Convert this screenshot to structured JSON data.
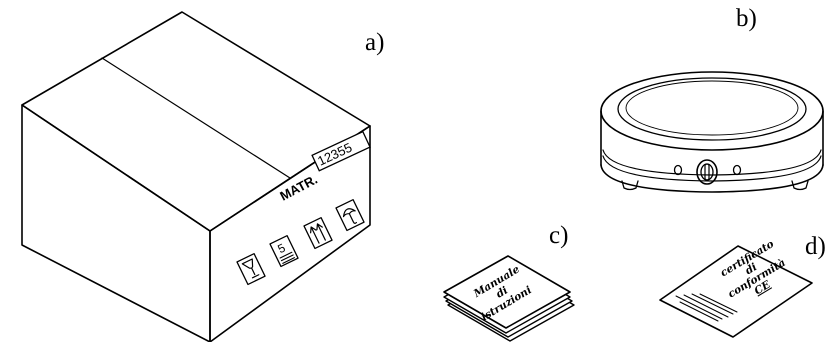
{
  "labels": {
    "a": "a)",
    "b": "b)",
    "c": "c)",
    "d": "d)"
  },
  "box": {
    "stamp_prefix": "MATR.",
    "serial_number": "12355",
    "stack_limit": "5"
  },
  "manual": {
    "line1": "Manuale",
    "line2": "di",
    "line3": "istruzioni"
  },
  "certificate": {
    "line1": "certificato",
    "line2": "di",
    "line3": "conformità",
    "line4": "CE"
  },
  "colors": {
    "ink": "#000000",
    "background": "#ffffff"
  },
  "icons": [
    "fragile-glass-icon",
    "stack-limit-icon",
    "this-way-up-icon",
    "keep-dry-umbrella-icon",
    "control-knob-icon",
    "indicator-lamp-icon"
  ]
}
